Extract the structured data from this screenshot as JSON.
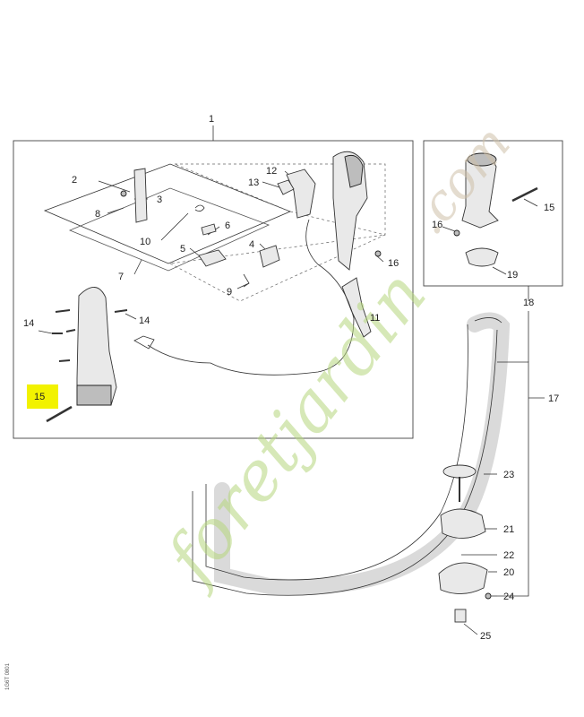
{
  "diagram": {
    "callouts": [
      {
        "id": "c1",
        "label": "1"
      },
      {
        "id": "c2",
        "label": "2"
      },
      {
        "id": "c3",
        "label": "3"
      },
      {
        "id": "c4",
        "label": "4"
      },
      {
        "id": "c5",
        "label": "5"
      },
      {
        "id": "c6",
        "label": "6"
      },
      {
        "id": "c7",
        "label": "7"
      },
      {
        "id": "c8",
        "label": "8"
      },
      {
        "id": "c9",
        "label": "9"
      },
      {
        "id": "c10",
        "label": "10"
      },
      {
        "id": "c11",
        "label": "11"
      },
      {
        "id": "c12",
        "label": "12"
      },
      {
        "id": "c13",
        "label": "13"
      },
      {
        "id": "c14a",
        "label": "14"
      },
      {
        "id": "c14b",
        "label": "14"
      },
      {
        "id": "c15a",
        "label": "15"
      },
      {
        "id": "c15b",
        "label": "15"
      },
      {
        "id": "c16a",
        "label": "16"
      },
      {
        "id": "c16b",
        "label": "16"
      },
      {
        "id": "c17",
        "label": "17"
      },
      {
        "id": "c18",
        "label": "18"
      },
      {
        "id": "c19",
        "label": "19"
      },
      {
        "id": "c20",
        "label": "20"
      },
      {
        "id": "c21",
        "label": "21"
      },
      {
        "id": "c22",
        "label": "22"
      },
      {
        "id": "c23",
        "label": "23"
      },
      {
        "id": "c24",
        "label": "24"
      },
      {
        "id": "c25",
        "label": "25"
      }
    ],
    "highlighted_callout": "15",
    "highlight_color": "#f2f200",
    "side_code": "1G6T 0801"
  },
  "watermark": {
    "text_main": "foretjardin",
    "text_suffix": ".com",
    "color_main": "#b6d77d",
    "color_suffix": "#cfc0a8"
  }
}
